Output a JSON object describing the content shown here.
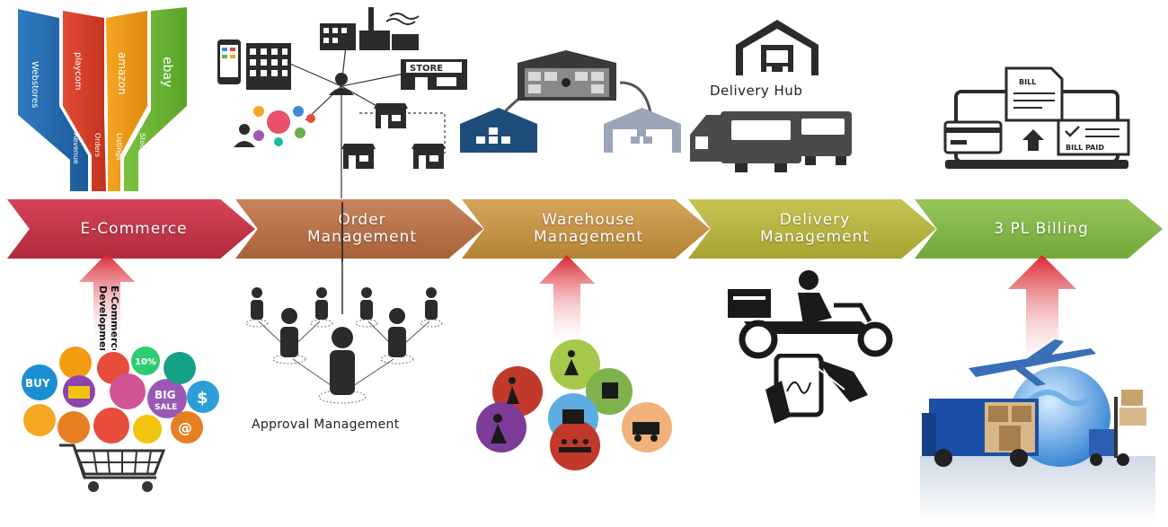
{
  "stages": [
    {
      "line1": "E-Commerce",
      "line2": ""
    },
    {
      "line1": "Order",
      "line2": "Management"
    },
    {
      "line1": "Warehouse",
      "line2": "Management"
    },
    {
      "line1": "Delivery",
      "line2": "Management"
    },
    {
      "line1": "3 PL Billing",
      "line2": ""
    }
  ],
  "ecommerce": {
    "ribbons": {
      "blue": "Webstores",
      "red": "playcom",
      "orange": "amazon",
      "green": "ebay"
    },
    "ribbon_bottom": {
      "revenue": "Revenue",
      "orders": "Orders",
      "listings": "Listings",
      "stock": "Stock"
    },
    "development_line1": "E-Commerce",
    "development_line2": "Development",
    "bubbles": {
      "buy": "BUY",
      "big": "BIG",
      "sale": "SALE",
      "pct": "10%",
      "dollar": "$",
      "at": "@"
    }
  },
  "order": {
    "store_label": "STORE",
    "approval_label": "Approval Management"
  },
  "delivery": {
    "hub_label": "Delivery Hub"
  },
  "billing": {
    "bill_label": "BILL",
    "bill_paid_label": "BILL PAID"
  },
  "colors": {
    "ecommerce": "#c23449",
    "order": "#b87048",
    "warehouse": "#c49446",
    "delivery": "#b6b442",
    "billing": "#84b84a",
    "icon_dark": "#2b2b2b",
    "warehouse_blue": "#1f4d7a"
  }
}
